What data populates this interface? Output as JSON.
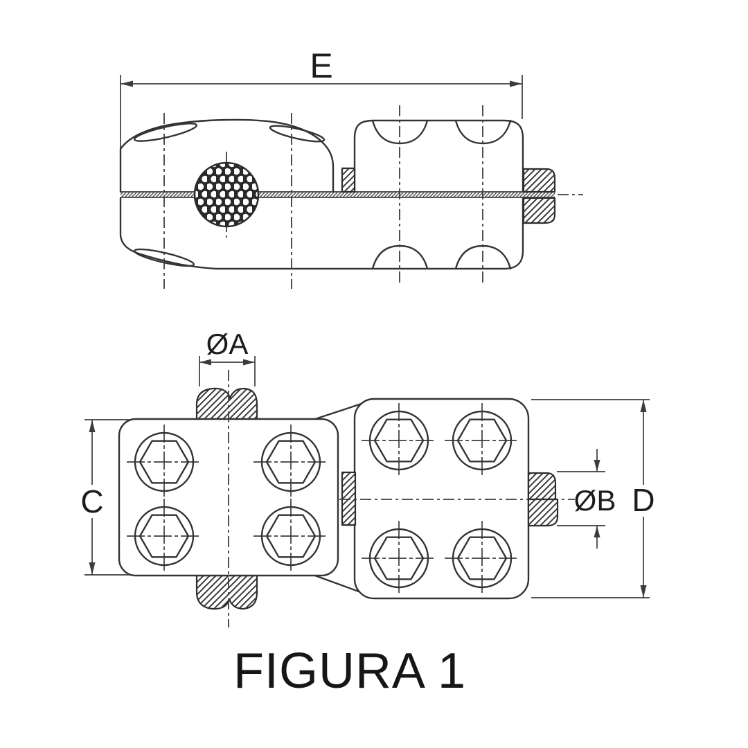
{
  "drawing": {
    "caption": "FIGURA 1",
    "dimensions": {
      "e": "E",
      "dia_a": "ØA",
      "c": "C",
      "dia_b": "ØB",
      "d": "D"
    },
    "colors": {
      "background": "#ffffff",
      "line": "#333333",
      "centerline": "#3c3c3c",
      "text": "#161616",
      "strand_field": "#2a2a2a"
    }
  }
}
